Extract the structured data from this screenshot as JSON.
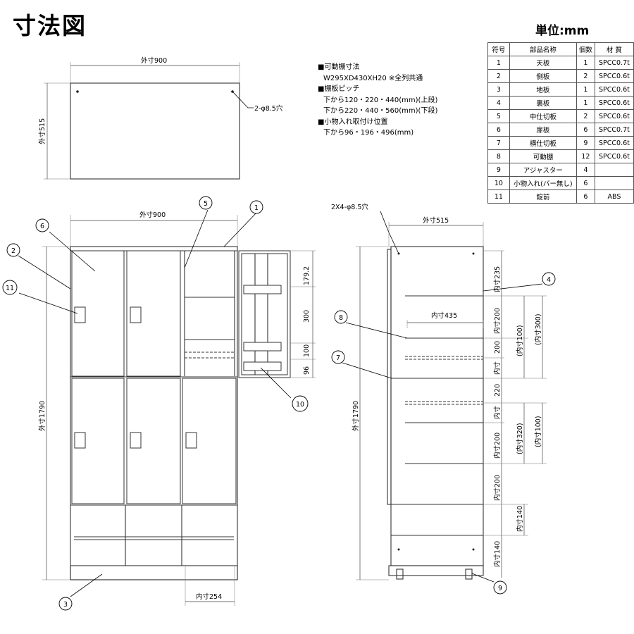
{
  "title": "寸法図",
  "unit": "単位:mm",
  "notes": [
    {
      "heading": "可動棚寸法",
      "lines": [
        "W295XD430XH20 ※全列共通"
      ]
    },
    {
      "heading": "棚板ピッチ",
      "lines": [
        "下から120・220・440(mm)(上段)",
        "下から220・440・560(mm)(下段)"
      ]
    },
    {
      "heading": "小物入れ取付け位置",
      "lines": [
        "下から96・196・496(mm)"
      ]
    }
  ],
  "parts_table": {
    "headers": [
      "符号",
      "部品名称",
      "個数",
      "材 質"
    ],
    "rows": [
      [
        "1",
        "天板",
        "1",
        "SPCC0.7t"
      ],
      [
        "2",
        "側板",
        "2",
        "SPCC0.6t"
      ],
      [
        "3",
        "地板",
        "1",
        "SPCC0.6t"
      ],
      [
        "4",
        "裏板",
        "1",
        "SPCC0.6t"
      ],
      [
        "5",
        "中仕切板",
        "2",
        "SPCC0.6t"
      ],
      [
        "6",
        "扉板",
        "6",
        "SPCC0.7t"
      ],
      [
        "7",
        "横仕切板",
        "9",
        "SPCC0.6t"
      ],
      [
        "8",
        "可動棚",
        "12",
        "SPCC0.6t"
      ],
      [
        "9",
        "アジャスター",
        "4",
        ""
      ],
      [
        "10",
        "小物入れ(バー無し)",
        "6",
        ""
      ],
      [
        "11",
        "錠前",
        "6",
        "ABS"
      ]
    ]
  },
  "dims": {
    "top_w": "外寸900",
    "top_d": "外寸515",
    "top_hole": "2-φ8.5穴",
    "front_w": "外寸900",
    "front_h": "外寸1790",
    "inner_w": "内寸254",
    "side_holes": "2X4-φ8.5穴",
    "side_d": "外寸515",
    "side_h": "外寸1790",
    "inner_d": "内寸435"
  },
  "dims_open": [
    "179.2",
    "300",
    "100",
    "96"
  ],
  "dims_side_right": [
    "内寸235",
    "内寸200",
    "200",
    "内寸",
    "220",
    "内寸",
    "内寸200",
    "内寸200",
    "内寸140",
    "内寸140"
  ],
  "dims_side_paren": [
    "(内寸100)",
    "(内寸300)",
    "(内寸320)",
    "(内寸100)"
  ],
  "callouts": [
    "1",
    "2",
    "3",
    "4",
    "5",
    "6",
    "7",
    "8",
    "9",
    "10",
    "11"
  ]
}
